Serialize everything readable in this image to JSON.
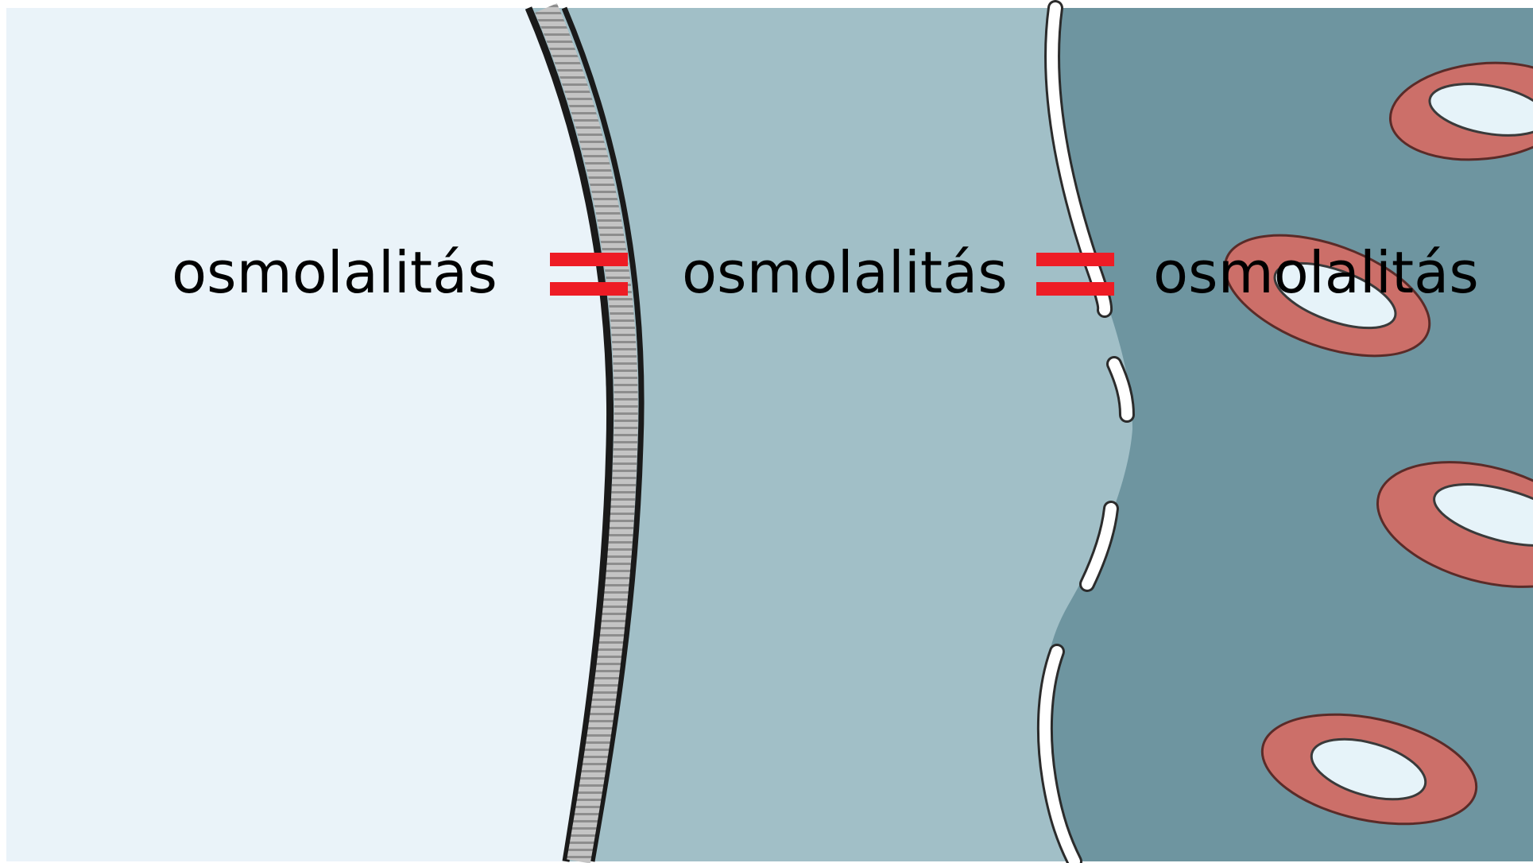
{
  "labels": {
    "left": "osmolalitás",
    "middle": "osmolalitás",
    "right": "osmolalitás"
  },
  "colors": {
    "page_border": "#ffffff",
    "left_compartment": "#eaf3f9",
    "middle_compartment": "#a1bfc7",
    "right_compartment": "#6e95a0",
    "cell_membrane_outline": "#1a1a1a",
    "cell_membrane_fill": "#c4c4c4",
    "capillary_wall": "#ffffff",
    "vessel_wall": "#cc6f69",
    "vessel_lumen": "#e6f3f9",
    "equals_sign": "#ee1c25",
    "text": "#000000"
  },
  "icons": {
    "equals_left": "equals-sign",
    "equals_right": "equals-sign"
  }
}
